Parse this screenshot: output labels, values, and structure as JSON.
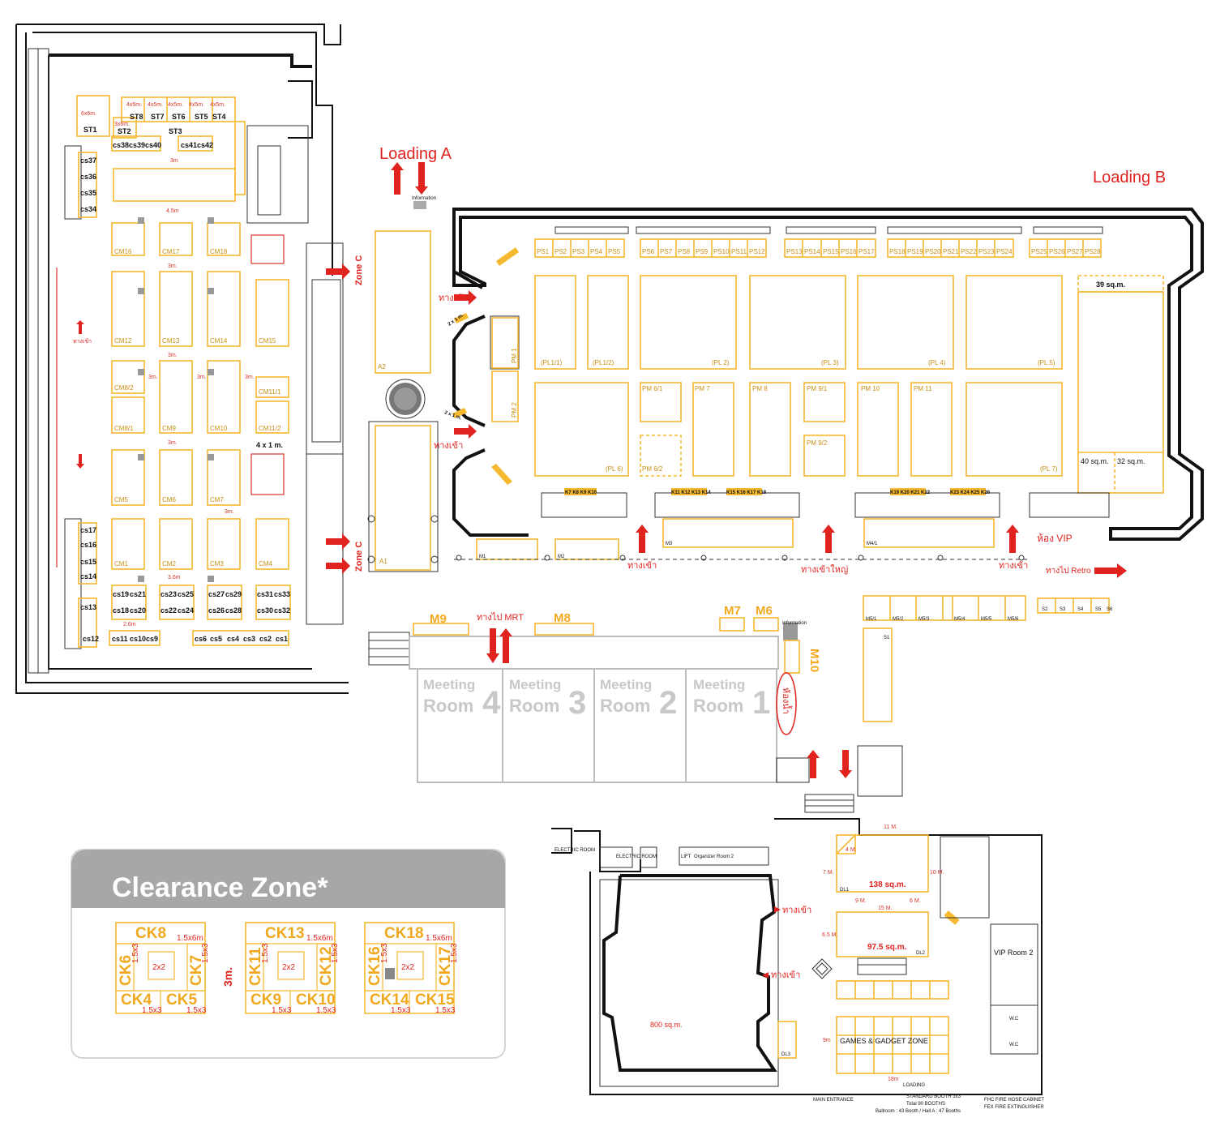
{
  "title": "Clearance Zone*",
  "loading": {
    "a": "Loading A",
    "b": "Loading B"
  },
  "zones": {
    "zone_c_top": "Zone C",
    "zone_c_bottom": "Zone C"
  },
  "entrances": {
    "entrance_label": "ทางเข้า",
    "main_entrance_label": "ทางเข้าใหญ่",
    "to_mrt": "ทางไป MRT",
    "to_retro": "ทางไป Retro",
    "vip_room": "ห้อง VIP",
    "restroom": "ห้องน้ำ"
  },
  "meeting_rooms": [
    {
      "line1": "Meeting",
      "line2": "Room",
      "num": "4"
    },
    {
      "line1": "Meeting",
      "line2": "Room",
      "num": "3"
    },
    {
      "line1": "Meeting",
      "line2": "Room",
      "num": "2"
    },
    {
      "line1": "Meeting",
      "line2": "Room",
      "num": "1"
    }
  ],
  "m_labels": {
    "m9": "M9",
    "m8": "M8",
    "m7": "M7",
    "m6": "M6",
    "m10": "M10"
  },
  "left_hall": {
    "st_row": [
      "ST8",
      "ST7",
      "ST6",
      "ST5",
      "ST4"
    ],
    "st_size": "4x5m.",
    "st1": "ST1",
    "st1_size": "6x6m.",
    "st2": "ST2",
    "st2_size": "3x6m.",
    "st3": "ST3",
    "cs_top": [
      "cs38",
      "cs39",
      "cs40",
      "cs41",
      "cs42"
    ],
    "cs_left_top": [
      "cs37",
      "cs36",
      "cs35",
      "cs34"
    ],
    "cs_left_bottom": [
      "cs17",
      "cs16",
      "cs15",
      "cs14",
      "cs13",
      "cs12"
    ],
    "cs_bottom_row": [
      "cs11",
      "cs10",
      "cs9",
      "cs6",
      "cs5",
      "cs4",
      "cs3",
      "cs2",
      "cs1"
    ],
    "cs_pairs": [
      [
        "cs19",
        "cs21"
      ],
      [
        "cs18",
        "cs20"
      ],
      [
        "cs23",
        "cs25"
      ],
      [
        "cs22",
        "cs24"
      ],
      [
        "cs27",
        "cs29"
      ],
      [
        "cs26",
        "cs28"
      ],
      [
        "cs31",
        "cs33"
      ],
      [
        "cs30",
        "cs32"
      ]
    ],
    "cm": [
      "CM16",
      "CM17",
      "CM18",
      "CM12",
      "CM13",
      "CM14",
      "CM15",
      "CM8/2",
      "CM8/1",
      "CM9",
      "CM10",
      "CM11/1",
      "CM11/2",
      "CM5",
      "CM6",
      "CM7",
      "CM1",
      "CM2",
      "CM3",
      "CM4"
    ],
    "dims": {
      "3m": "3m.",
      "3m_short": "3m",
      "4_5m": "4.5m",
      "4x1": "4 x 1 m.",
      "2_6m": "2.6m",
      "3_6m": "3.6m"
    }
  },
  "hall_a": {
    "a2": "A2",
    "a1": "A1",
    "info": "Information",
    "ps": [
      "PS1",
      "PS2",
      "PS3",
      "PS4",
      "PS5",
      "PS6",
      "PS7",
      "PS8",
      "PS9",
      "PS10",
      "PS11",
      "PS12",
      "PS13",
      "PS14",
      "PS15",
      "PS16",
      "PS17",
      "PS18",
      "PS19",
      "PS20",
      "PS21",
      "PS22",
      "PS23",
      "PS24",
      "PS25",
      "PS26",
      "PS27",
      "PS28"
    ],
    "pl_top": [
      "(PL1/1)",
      "(PL1/2)",
      "(PL 2)",
      "(PL 3)",
      "(PL 4)",
      "(PL 5)"
    ],
    "pm1": "PM 1",
    "pm2": "PM 2",
    "pm_row": [
      "PM 6/1",
      "PM 7",
      "PM 8",
      "PM 9/1",
      "PM 10",
      "PM 11"
    ],
    "pm_low": [
      "PM 6/2",
      "PM 9/2"
    ],
    "pl6": "(PL 6)",
    "pl7": "(PL 7)",
    "sq39": "39 sq.m.",
    "sq40": "40 sq.m.",
    "sq32": "32 sq.m.",
    "k_groups": [
      "K7 K8 K9 K10",
      "K11 K12 K13 K14",
      "K15 K16 K17 K18",
      "K19 K20 K21 K22",
      "K23 K24 K25 K26"
    ],
    "m_bottom": [
      "M1",
      "M2",
      "M3",
      "M4/1"
    ],
    "gate_size": "2 x 1 m."
  },
  "right_small": [
    "M5/1",
    "M5/2",
    "M5/3",
    "M5/4",
    "M5/5",
    "M5/6",
    "S1",
    "S2",
    "S3",
    "S4",
    "S5",
    "S6"
  ],
  "ballroom": {
    "sq800": "800 sq.m.",
    "sq138": "138 sq.m.",
    "sq97": "97.5 sq.m.",
    "games": "GAMES & GADGET ZONE",
    "organizer": "Organizer Room 2",
    "lift": "LIFT",
    "vip2": "VIP Room 2",
    "wc": "W.C",
    "electric": "ELECTRIC ROOM",
    "dl1": "DL1",
    "dl2": "DL2",
    "dl3": "DL3",
    "dims": [
      "11 M.",
      "4 M.",
      "7 M.",
      "9 M.",
      "6 M.",
      "10 M.",
      "15 M.",
      "6.5 M.",
      "9m",
      "18m"
    ],
    "main_entrance": "MAIN ENTRANCE",
    "loading": "LOADING",
    "legend": [
      "STANDARD BOOTH 3x3",
      "Total 90 BOOTHS",
      "Ballroom : 43 Booth / Hall A : 47 Booths"
    ],
    "fhc": "FHC  FIRE HOSE CABINET",
    "fex": "FEX  FIRE EXTINGUISHER"
  },
  "clearance": {
    "groups": [
      {
        "top": "CK8",
        "left": "CK6",
        "right": "CK7",
        "bl": "CK4",
        "br": "CK5"
      },
      {
        "top": "CK13",
        "left": "CK11",
        "right": "CK12",
        "bl": "CK9",
        "br": "CK10"
      },
      {
        "top": "CK18",
        "left": "CK16",
        "right": "CK17",
        "bl": "CK14",
        "br": "CK15"
      }
    ],
    "size_top": "1.5x6m",
    "size_side": "1.5x3",
    "center": "2x2",
    "gap": "3m."
  }
}
